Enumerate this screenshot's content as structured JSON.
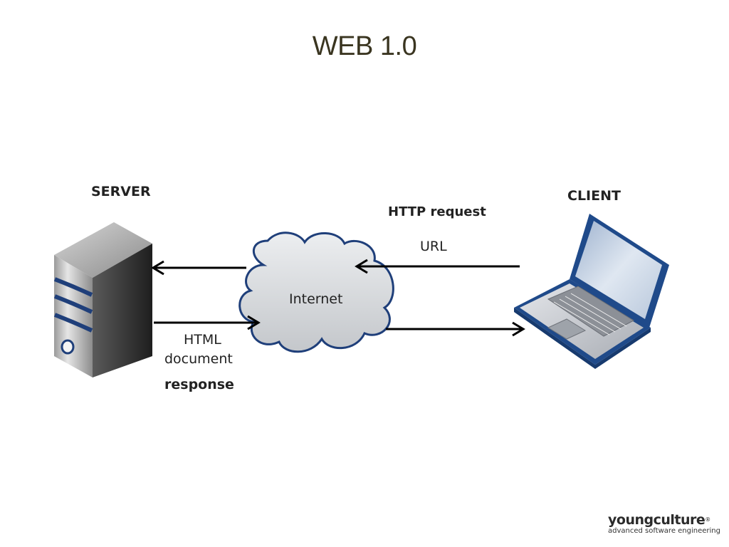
{
  "title": "WEB 1.0",
  "diagram": {
    "server_label": "SERVER",
    "client_label": "CLIENT",
    "cloud_label": "Internet",
    "request_label": "HTTP request",
    "request_detail": "URL",
    "response_line1": "HTML",
    "response_line2": "document",
    "response_label": "response"
  },
  "branding": {
    "name": "youngculture",
    "registered": "®",
    "tagline": "advanced software engineering"
  },
  "colors": {
    "title": "#3a3520",
    "server_stripe": "#1f3f7a",
    "cloud_fill": "#d8dadd",
    "cloud_stroke": "#1f3f7a",
    "laptop_body": "#1f4a8a",
    "arrow": "#000000"
  }
}
